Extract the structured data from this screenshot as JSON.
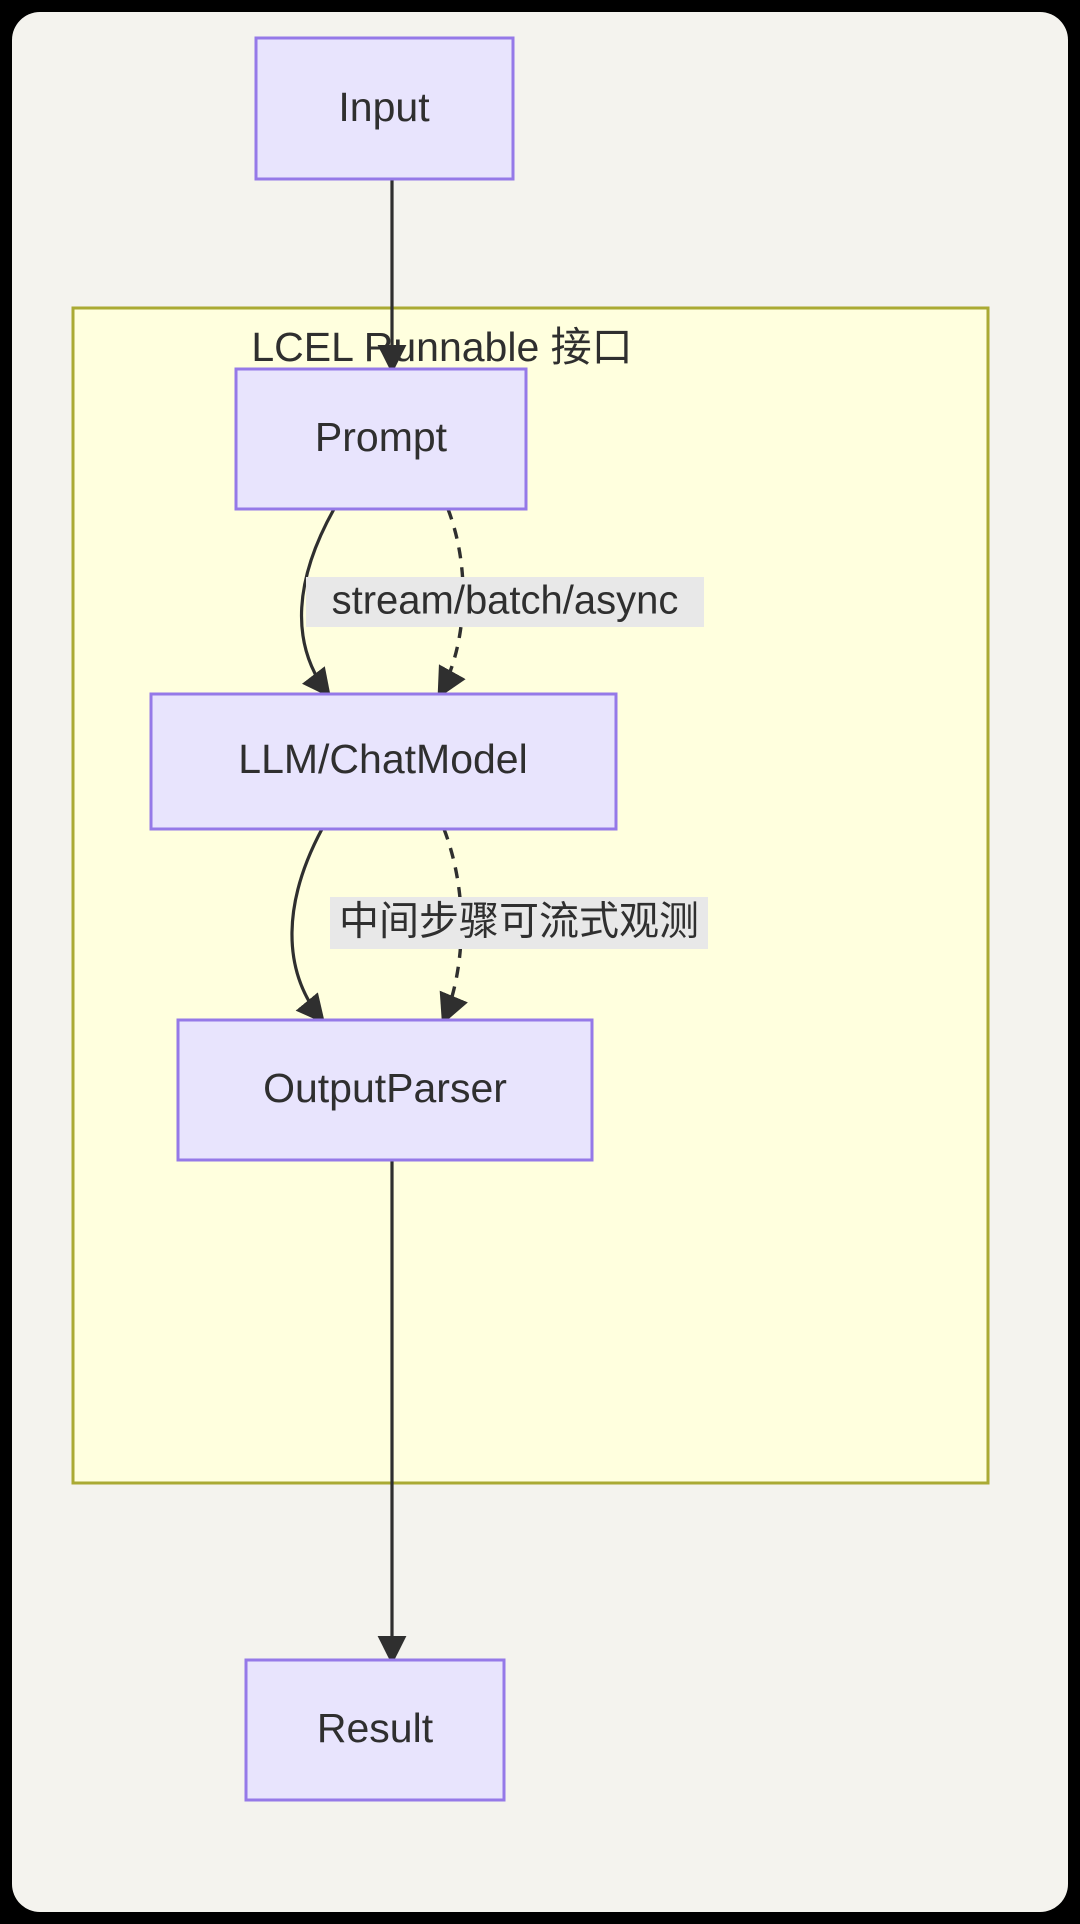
{
  "diagram": {
    "type": "flowchart",
    "direction": "top-down",
    "canvas": {
      "background_color": "#000000",
      "board_color": "#f4f3ee"
    },
    "cluster": {
      "id": "lcel",
      "label": "LCEL Runnable 接口",
      "fill_color": "#ffffde",
      "border_color": "#aaaa33"
    },
    "node_style": {
      "fill_color": "#e8e4fd",
      "border_color": "#9579e8",
      "text_color": "#2f2f2f"
    },
    "nodes": [
      {
        "id": "input",
        "label": "Input",
        "in_cluster": false
      },
      {
        "id": "prompt",
        "label": "Prompt",
        "in_cluster": true
      },
      {
        "id": "llm",
        "label": "LLM/ChatModel",
        "in_cluster": true
      },
      {
        "id": "parser",
        "label": "OutputParser",
        "in_cluster": true
      },
      {
        "id": "result",
        "label": "Result",
        "in_cluster": false
      }
    ],
    "edges": [
      {
        "from": "input",
        "to": "prompt",
        "style": "solid",
        "label": ""
      },
      {
        "from": "prompt",
        "to": "llm",
        "style": "solid",
        "label": ""
      },
      {
        "from": "prompt",
        "to": "llm",
        "style": "dashed",
        "label": "stream/batch/async"
      },
      {
        "from": "llm",
        "to": "parser",
        "style": "solid",
        "label": ""
      },
      {
        "from": "llm",
        "to": "parser",
        "style": "dashed",
        "label": "中间步骤可流式观测"
      },
      {
        "from": "parser",
        "to": "result",
        "style": "solid",
        "label": ""
      }
    ],
    "edge_labels": [
      {
        "id": "label-stream",
        "text": "stream/batch/async",
        "bg_color": "#e8e8e8"
      },
      {
        "id": "label-observe",
        "text": "中间步骤可流式观测",
        "bg_color": "#e8e8e8"
      }
    ]
  }
}
